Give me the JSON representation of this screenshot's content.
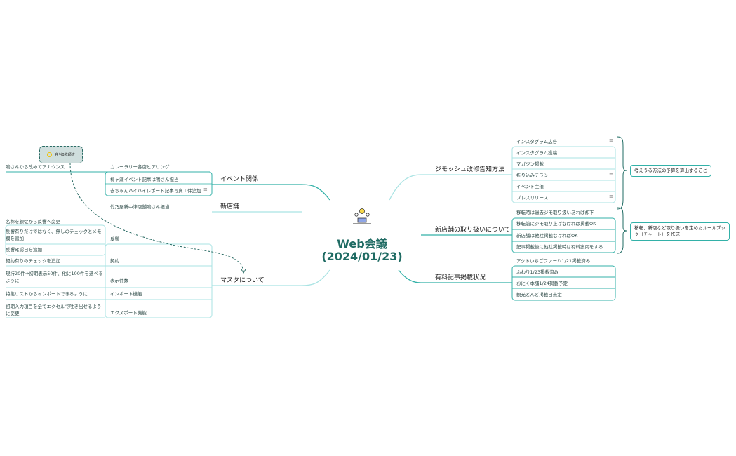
{
  "center": {
    "title": "Web会議",
    "date": "(2024/01/23)",
    "icon": "meeting-lightbulb-icon"
  },
  "colors": {
    "primary": "#1f6b63",
    "branch": "#33b1a8",
    "light": "#a9e3e3"
  },
  "sticker": {
    "label": "弁当B依頼済"
  },
  "left": {
    "event": {
      "label": "イベント関係",
      "items": [
        "カレーラリー各店ヒアリング",
        "柳ヶ瀬イベント記事は鳴さん担当",
        "赤ちゃんハイハイレポート記事写真１件追加"
      ],
      "leaf": "鳴さんから改めてアナウンス"
    },
    "store": {
      "label": "新店舗",
      "items": [
        "竹乃屋新中津店舗鳴さん担当"
      ]
    },
    "master": {
      "label": "マスタについて",
      "items": [
        "反響",
        "契約",
        "表示件数",
        "インポート機能",
        "エクスポート機能"
      ],
      "leaves": [
        "名称を顧促から反響へ変更",
        "反響有りだけではなく、無しのチェックとメモ欄を追加",
        "反響確認日を追加",
        "契約有りのチェックを追加",
        "現行20件→初期表示50件、他に100件を選べるように",
        "特集リストからインポートできるように",
        "初期入力項目を全てエクセルで吐き出せるように変更"
      ]
    }
  },
  "right": {
    "jimosh": {
      "label": "ジモッシュ改修告知方法",
      "items": [
        "インスタグラム広告",
        "インスタグラム投稿",
        "マガジン掲載",
        "折り込みチラシ",
        "イベント主催",
        "プレスリリース"
      ],
      "summary": "考えうる方法の予算を算出すること"
    },
    "newstore": {
      "label": "新店舗の取り扱いについて",
      "items": [
        "移転時は過去ジモ取り扱いあれば却下",
        "移転前にジモ取り上げなければ掲載OK",
        "新店舗は他社掲載なければOK",
        "記事掲載後に他社掲載時は有料案内をする"
      ],
      "summary": "移転、新店など取り扱いを定めたルールブック（チャート）を作成"
    },
    "paid": {
      "label": "有料記事掲載状況",
      "items": [
        "アクトいちごファーム1/21掲載済み",
        "ふわり1/23掲載済み",
        "おにく本舗1/24掲載予定",
        "観光どんど掲載日未定"
      ]
    }
  }
}
